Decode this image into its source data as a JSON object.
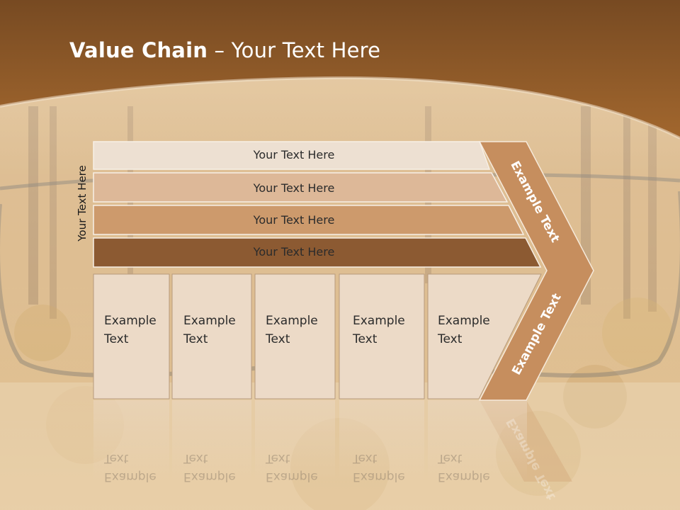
{
  "slide": {
    "title_bold": "Value Chain",
    "title_rest": " – Your Text Here",
    "side_label": "Your Text Here"
  },
  "rows": [
    {
      "label": "Your Text Here",
      "color": "#ede0d2"
    },
    {
      "label": "Your Text Here",
      "color": "#ddb898"
    },
    {
      "label": "Your Text Here",
      "color": "#cd9a6c"
    },
    {
      "label": "Your Text Here",
      "color": "#8c5a32"
    }
  ],
  "columns": [
    {
      "line1": "Example",
      "line2": "Text"
    },
    {
      "line1": "Example",
      "line2": "Text"
    },
    {
      "line1": "Example",
      "line2": "Text"
    },
    {
      "line1": "Example",
      "line2": "Text"
    },
    {
      "line1": "Example",
      "line2": "Text"
    }
  ],
  "chevron": {
    "upper_text": "Example Text",
    "lower_text": "Example Text",
    "color": "#c68e5e"
  },
  "colors": {
    "header_brown": "#8a5527",
    "panel": "#ecdac7"
  }
}
